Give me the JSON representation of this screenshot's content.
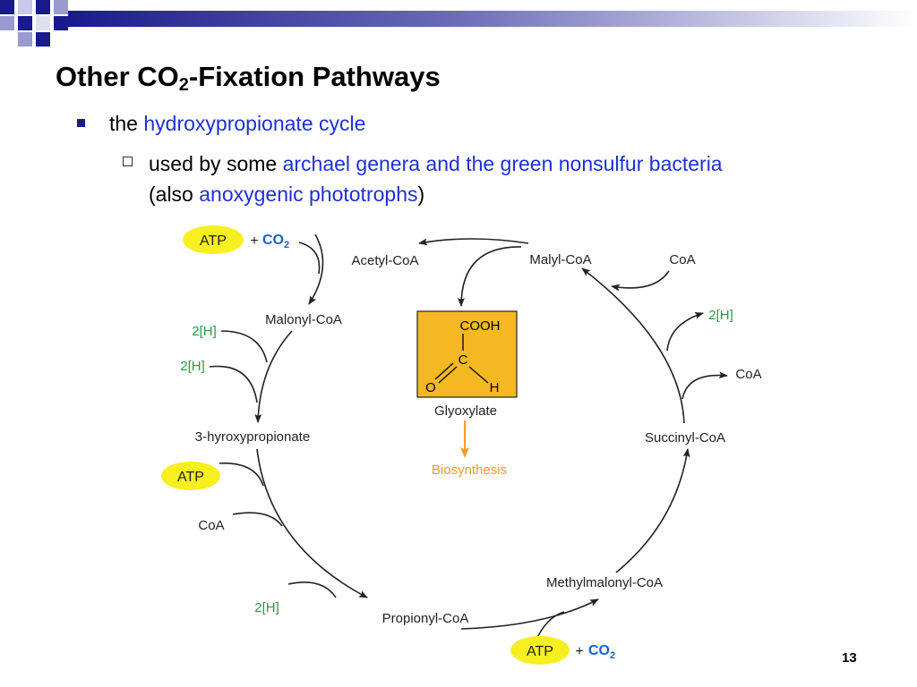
{
  "slide": {
    "title_before": "Other CO",
    "title_sub": "2",
    "title_after": "-Fixation Pathways",
    "bullet1": {
      "prefix": "the ",
      "highlight": "hydroxypropionate cycle"
    },
    "bullet2": {
      "prefix": "used by some ",
      "highlight": "archael genera and the green nonsulfur bacteria",
      "line2_prefix": "(also ",
      "line2_highlight": "anoxygenic phototrophs",
      "line2_suffix": ")"
    },
    "page_number": "13"
  },
  "diagram": {
    "intermediates": {
      "acetyl_coa": "Acetyl-CoA",
      "malyl_coa": "Malyl-CoA",
      "malonyl_coa": "Malonyl-CoA",
      "hydroxypropionate": "3-hyroxypropionate",
      "succinyl_coa": "Succinyl-CoA",
      "methylmalonyl_coa": "Methylmalonyl-CoA",
      "propionyl_coa": "Propionyl-CoA"
    },
    "inputs": {
      "atp": "ATP",
      "plus": "+",
      "co2": "CO",
      "co2_sub": "2",
      "h2": "2[H]",
      "coa": "CoA"
    },
    "product": {
      "cooh": "COOH",
      "c": "C",
      "o": "O",
      "h": "H",
      "name": "Glyoxylate",
      "biosynthesis": "Biosynthesis"
    },
    "colors": {
      "atp_fill": "#f7ef1f",
      "co2_text": "#1a5fd0",
      "h2_text": "#2a9a45",
      "glyoxylate_box": "#f4b823",
      "biosynthesis": "#f29a2e",
      "highlight_text": "#1f2fd6"
    }
  }
}
